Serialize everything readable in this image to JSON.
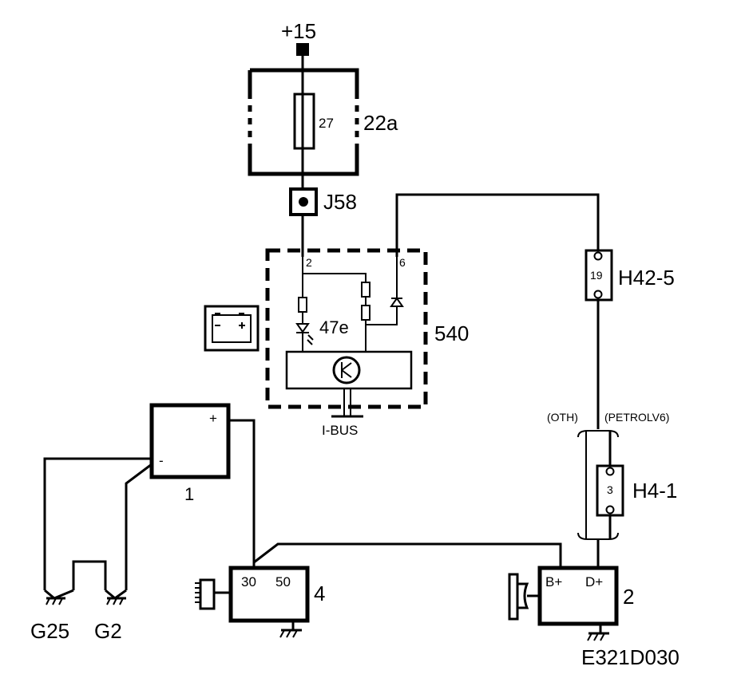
{
  "diagram": {
    "figure_code": "E321D030",
    "supply": {
      "label": "+15"
    },
    "fuse_box": {
      "id": "22a",
      "fuse": "27"
    },
    "junction": {
      "id": "J58"
    },
    "module": {
      "id": "540",
      "pin_a": "2",
      "pin_b": "6",
      "led": "47e",
      "bus": "I-BUS"
    },
    "battery": {
      "id": "1",
      "plus": "+",
      "minus": "-"
    },
    "grounds": [
      "G25",
      "G2"
    ],
    "starter": {
      "id": "4",
      "term_a": "30",
      "term_b": "50"
    },
    "alternator": {
      "id": "2",
      "term_a": "B+",
      "term_b": "D+"
    },
    "connectors": [
      {
        "id": "H42-5",
        "pin": "19"
      },
      {
        "id": "H4-1",
        "pin": "3"
      }
    ],
    "variants": [
      "(OTH)",
      "(PETROLV6)"
    ]
  }
}
